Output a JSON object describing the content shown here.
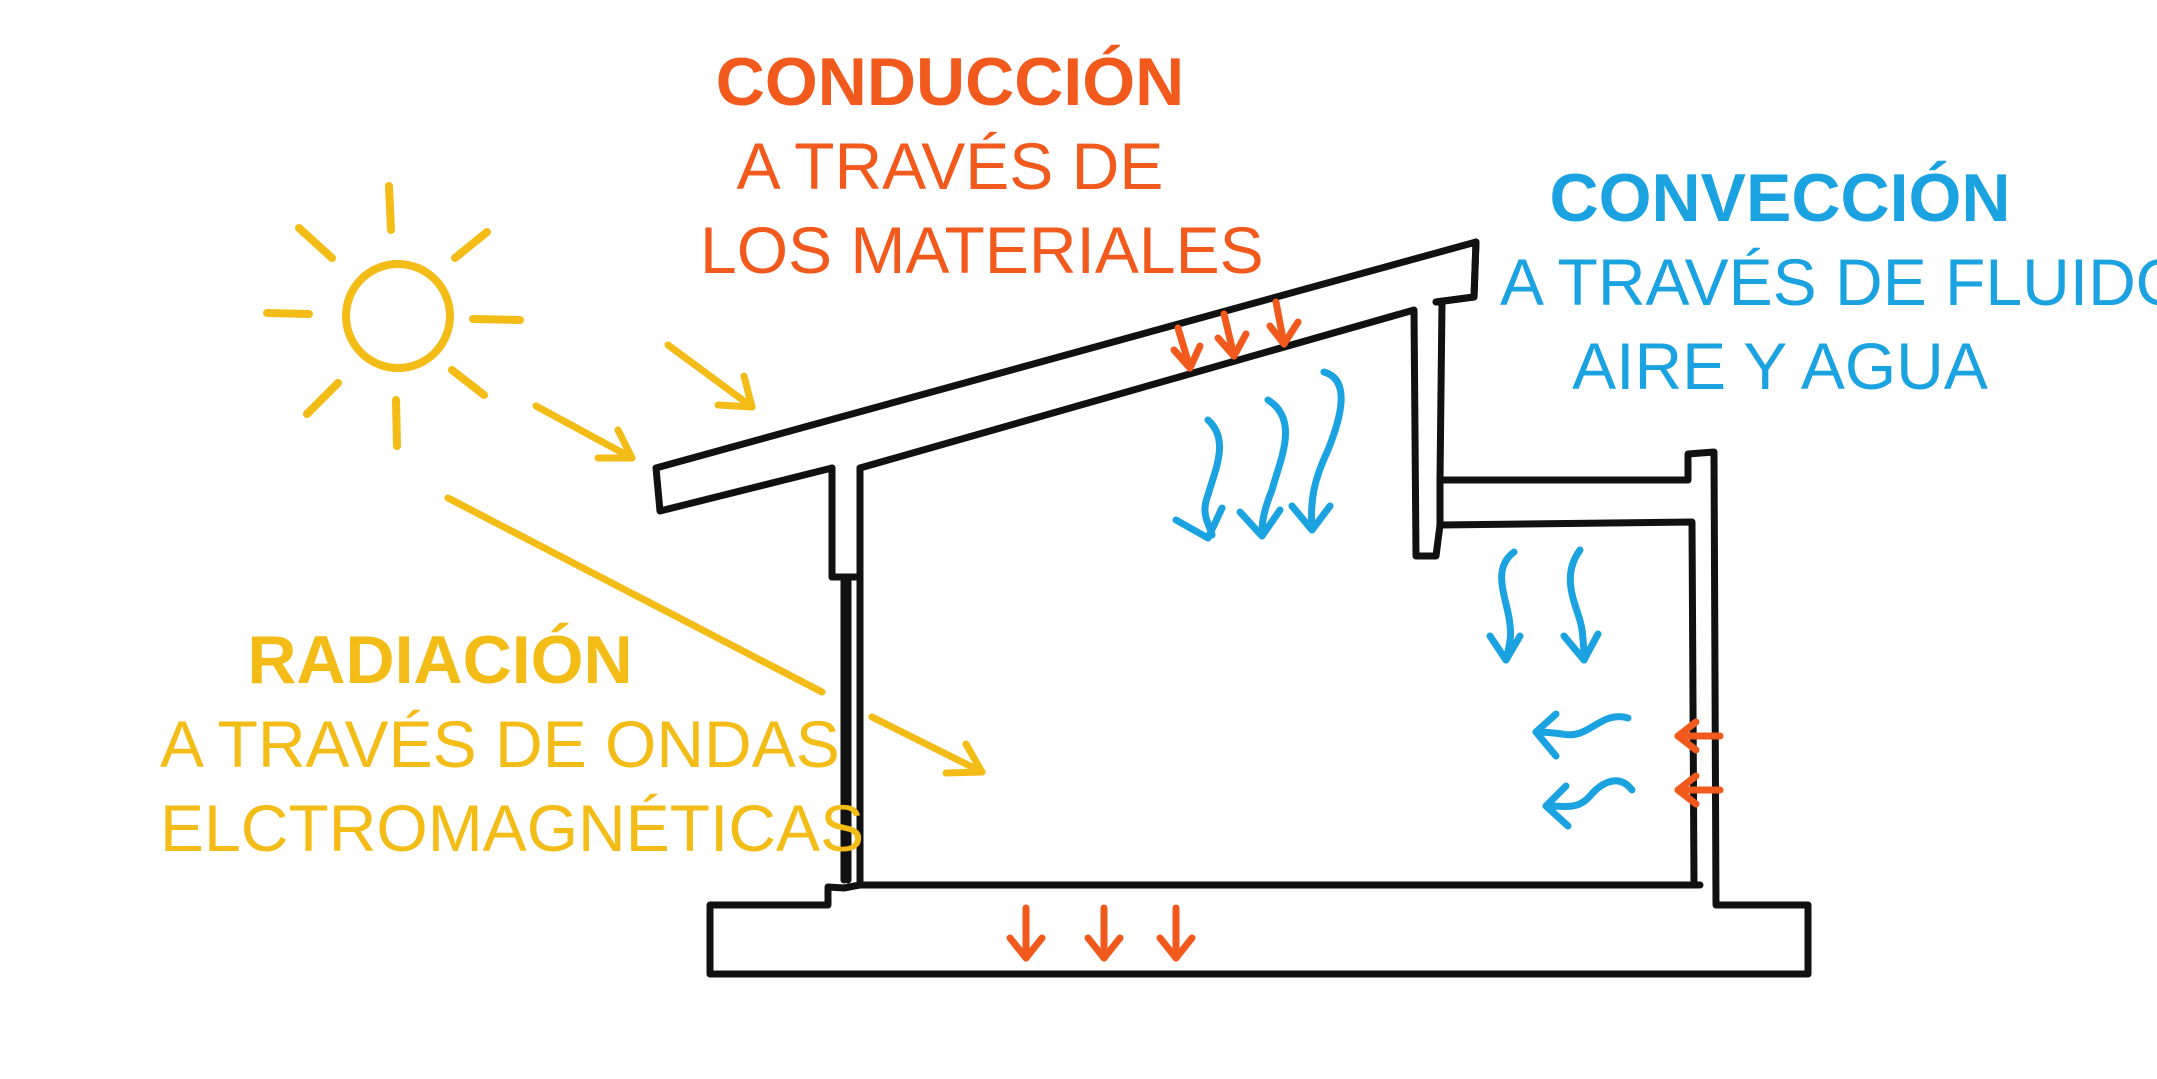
{
  "colors": {
    "conduction": "#f25a1d",
    "convection": "#1aa3e0",
    "radiation": "#f4bc16",
    "outline": "#111111",
    "background": "#ffffff"
  },
  "conduction": {
    "title": "CONDUCCIÓN",
    "line1": "A TRAVÉS DE",
    "line2": "LOS MATERIALES"
  },
  "convection": {
    "title": "CONVECCIÓN",
    "line1": "A TRAVÉS DE FLUIDOS",
    "line2": "AIRE Y AGUA"
  },
  "radiation": {
    "title": "RADIACIÓN",
    "line1": "A TRAVÉS DE ONDAS",
    "line2": "ELCTROMAGNÉTICAS"
  },
  "icons": [
    "sun-icon",
    "house-section-outline",
    "heat-arrow-icon",
    "air-flow-icon"
  ]
}
